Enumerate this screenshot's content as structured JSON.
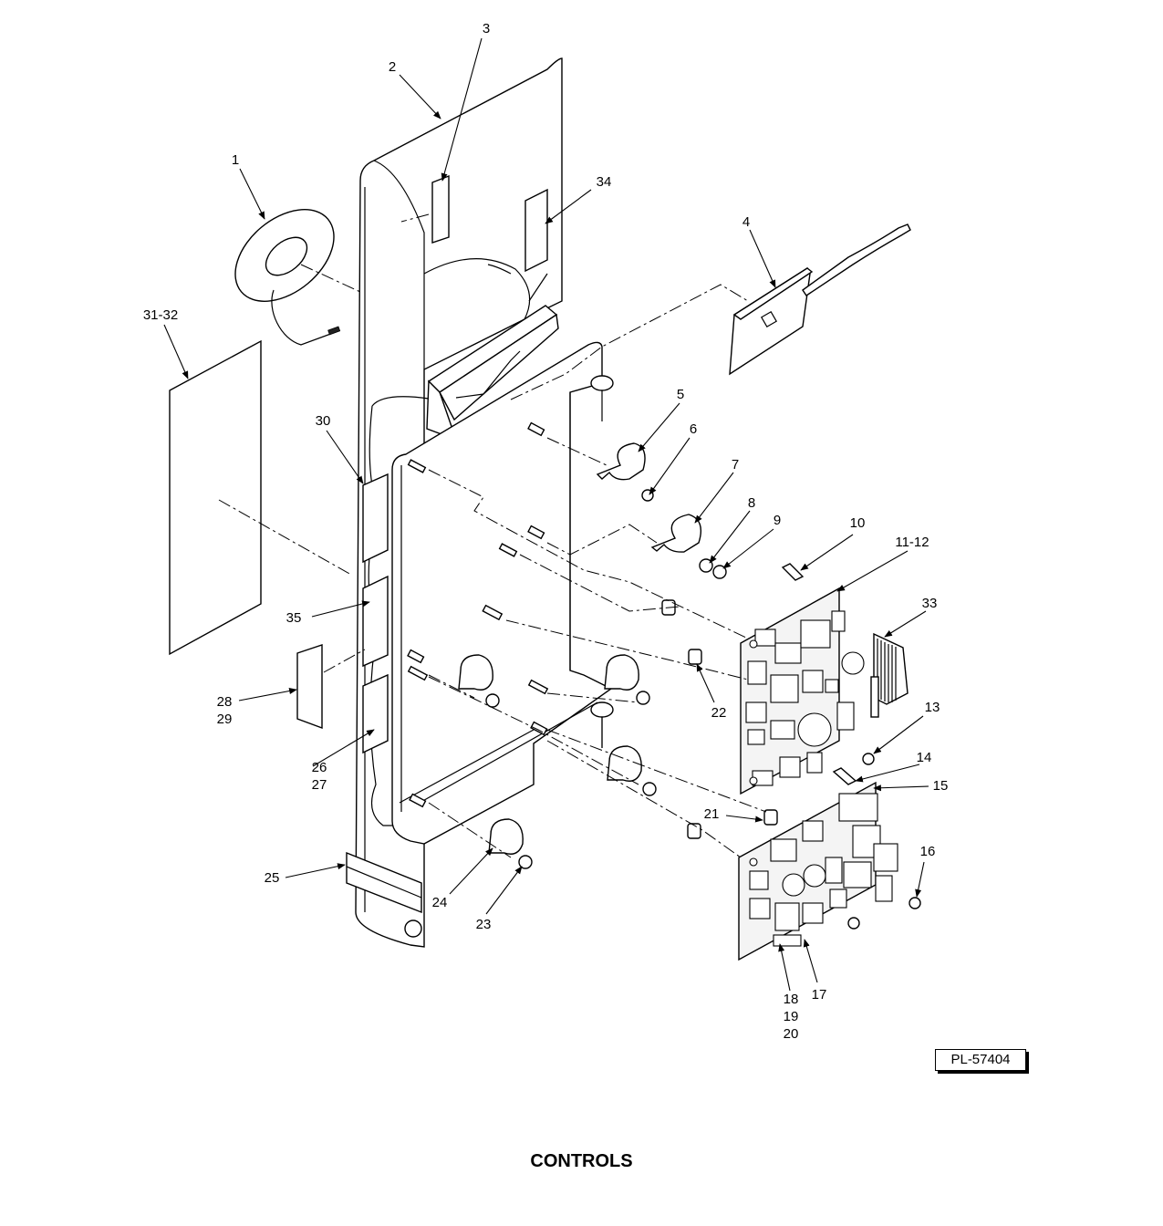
{
  "figure": {
    "title": "CONTROLS",
    "drawing_number": "PL-57404"
  },
  "callouts": {
    "c1": "1",
    "c2": "2",
    "c3": "3",
    "c4": "4",
    "c5": "5",
    "c6": "6",
    "c7": "7",
    "c8": "8",
    "c9": "9",
    "c10": "10",
    "c11_12": "11-12",
    "c13": "13",
    "c14": "14",
    "c15": "15",
    "c16": "16",
    "c17": "17",
    "c18": "18",
    "c19": "19",
    "c20": "20",
    "c21": "21",
    "c22": "22",
    "c23": "23",
    "c24": "24",
    "c25": "25",
    "c26": "26",
    "c27": "27",
    "c28": "28",
    "c29": "29",
    "c30": "30",
    "c31_32": "31-32",
    "c33": "33",
    "c34": "34",
    "c35": "35"
  },
  "colors": {
    "line": "#000000",
    "background": "#ffffff",
    "board": "#f4f4f4"
  }
}
